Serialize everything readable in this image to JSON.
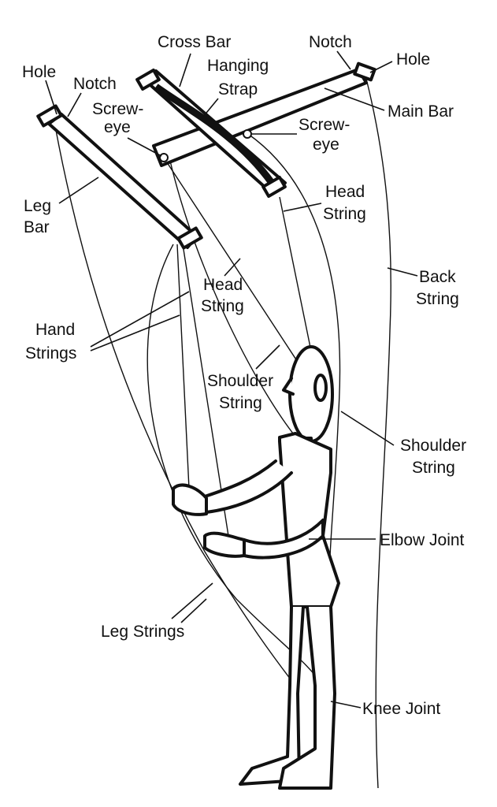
{
  "diagram": {
    "subject": "Marionette with control bar and strings",
    "labels": {
      "cross_bar": "Cross Bar",
      "notch_top": "Notch",
      "hole_top": "Hole",
      "hanging_strap_1": "Hanging",
      "hanging_strap_2": "Strap",
      "hole_left": "Hole",
      "notch_left": "Notch",
      "screw_eye_left_1": "Screw-",
      "screw_eye_left_2": "eye",
      "main_bar": "Main Bar",
      "screw_eye_right_1": "Screw-",
      "screw_eye_right_2": "eye",
      "leg_bar_1": "Leg",
      "leg_bar_2": "Bar",
      "head_string_right_1": "Head",
      "head_string_right_2": "String",
      "head_string_mid_1": "Head",
      "head_string_mid_2": "String",
      "back_string_1": "Back",
      "back_string_2": "String",
      "hand_strings_1": "Hand",
      "hand_strings_2": "Strings",
      "shoulder_string_mid_1": "Shoulder",
      "shoulder_string_mid_2": "String",
      "shoulder_string_right_1": "Shoulder",
      "shoulder_string_right_2": "String",
      "elbow_joint": "Elbow Joint",
      "leg_strings": "Leg Strings",
      "knee_joint": "Knee Joint"
    }
  }
}
